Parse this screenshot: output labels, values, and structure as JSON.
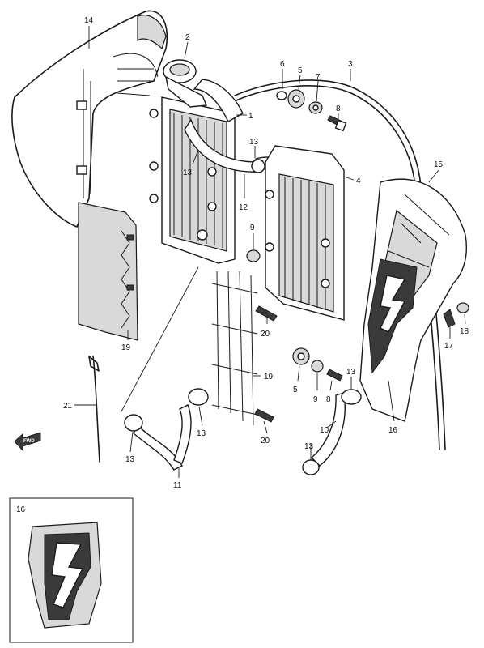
{
  "diagram": {
    "callouts": {
      "c14": "14",
      "c2": "2",
      "c6": "6",
      "c5a": "5",
      "c7": "7",
      "c3": "3",
      "c1": "1",
      "c8a": "8",
      "c13a": "13",
      "c13b": "13",
      "c12": "12",
      "c4": "4",
      "c15": "15",
      "c9a": "9",
      "c20a": "20",
      "c19a": "19",
      "c19b": "19",
      "c18": "18",
      "c17": "17",
      "c5b": "5",
      "c9b": "9",
      "c8b": "8",
      "c13c": "13",
      "c21": "21",
      "c13d": "13",
      "c16a": "16",
      "c10": "10",
      "c13e": "13",
      "c13f": "13",
      "c20b": "20",
      "c11": "11",
      "c16b": "16"
    },
    "fwd_label": "FWD"
  }
}
